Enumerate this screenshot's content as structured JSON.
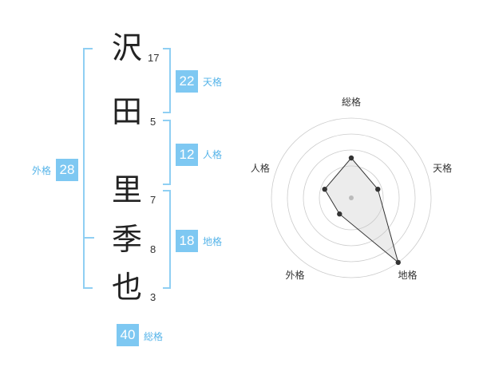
{
  "name_chars": [
    {
      "char": "沢",
      "strokes": "17"
    },
    {
      "char": "田",
      "strokes": "5"
    },
    {
      "char": "里",
      "strokes": "7"
    },
    {
      "char": "季",
      "strokes": "8"
    },
    {
      "char": "也",
      "strokes": "3"
    }
  ],
  "fortunes": {
    "tenkaku": {
      "value": "22",
      "label": "天格"
    },
    "jinkaku": {
      "value": "12",
      "label": "人格"
    },
    "chikaku": {
      "value": "18",
      "label": "地格"
    },
    "gaikaku": {
      "value": "28",
      "label": "外格"
    },
    "soukaku": {
      "value": "40",
      "label": "総格"
    }
  },
  "colors": {
    "accent": "#7ec8f2",
    "label": "#56b4e9",
    "bracket": "#8fcff3"
  },
  "chart_data": {
    "type": "radar",
    "axes": [
      "総格",
      "天格",
      "地格",
      "外格",
      "人格"
    ],
    "values": [
      0.5,
      0.35,
      1.0,
      0.25,
      0.35
    ],
    "rings": 4,
    "grid": true
  }
}
